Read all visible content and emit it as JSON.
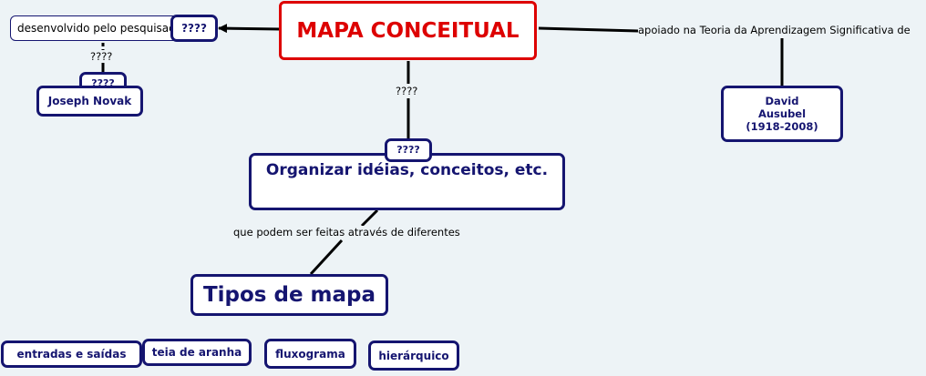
{
  "nodes": {
    "main": "MAPA CONCEITUAL",
    "developed_by": "desenvolvido pelo pesquisador",
    "q_left": "????",
    "q_novak": "????",
    "novak": "Joseph Novak",
    "ausubel": "David\nAusubel\n(1918-2008)",
    "q_center": "????",
    "organize": "Organizar idéias, conceitos, etc.",
    "types": "Tipos de mapa",
    "type_io": "entradas e saídas",
    "type_web": "teia de aranha",
    "type_flow": "fluxograma",
    "type_hier": "hierárquico"
  },
  "links": {
    "q_left_novak": "????",
    "main_center": "????",
    "supported_by": "apoiado na Teoria da Aprendizagem Significativa de",
    "can_be_made": "que podem ser feitas através de diferentes"
  },
  "colors": {
    "main_border": "#dd0000",
    "node_border": "#151570",
    "background": "#edf3f6",
    "link": "#000000"
  }
}
